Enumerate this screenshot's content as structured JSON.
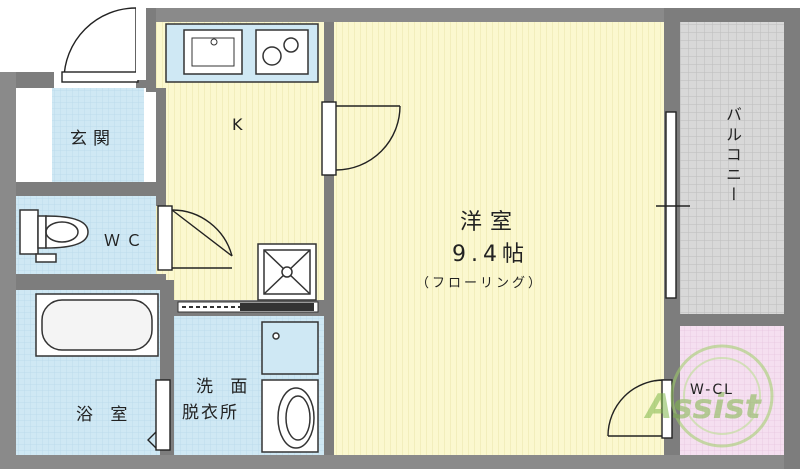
{
  "rooms": {
    "genkan": "玄関",
    "kitchen": "K",
    "wc": "ＷＣ",
    "bath": "浴 室",
    "washroom_line1": "洗 面",
    "washroom_line2": "脱衣所",
    "western_name": "洋室",
    "western_size": "9.4帖",
    "western_floor": "（フローリング）",
    "balcony": "バルコニー",
    "wcl": "W-CL"
  },
  "watermark": "Assist",
  "colors": {
    "wall": "#7a7a7a",
    "tatami_yellow": "#fbf8cf",
    "tile_blue": "#cfe8f4",
    "balcony_gray": "#d6d6d6",
    "closet_pink": "#f5dff0",
    "watermark_green": "#7fb84a"
  }
}
